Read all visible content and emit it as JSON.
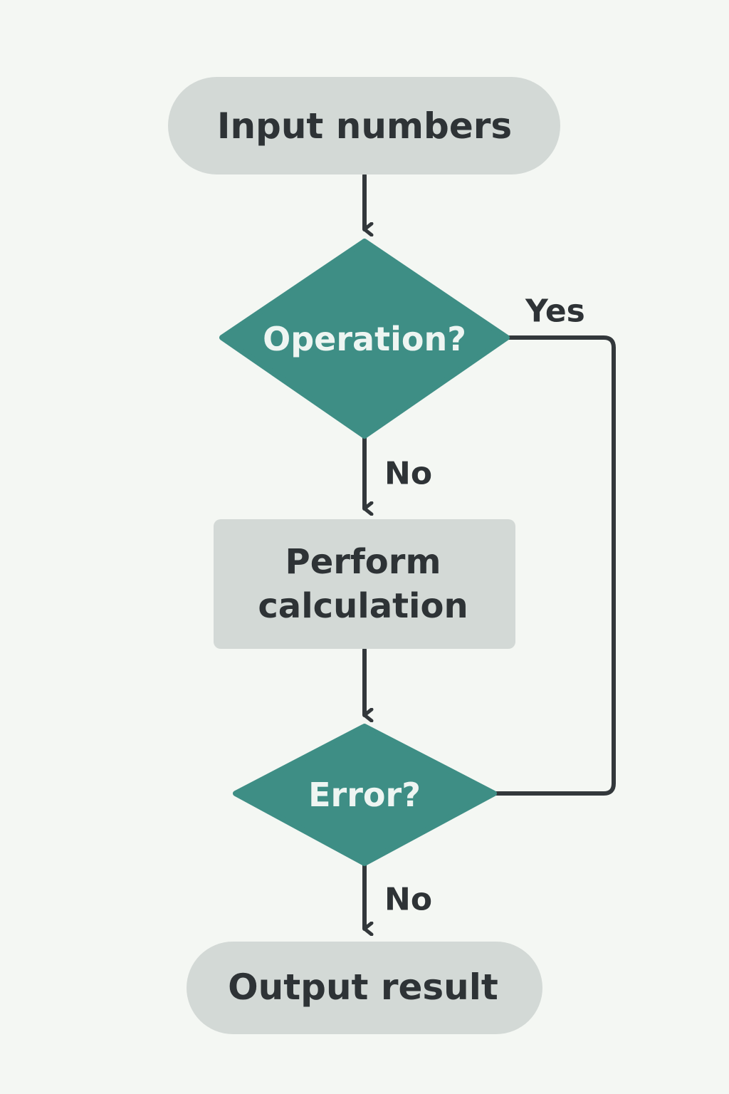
{
  "colors": {
    "background": "#f4f7f3",
    "terminal_fill": "#d3d9d6",
    "process_fill": "#d3d9d6",
    "decision_fill": "#3e8e85",
    "dark_text": "#2e3336",
    "light_text": "#eef5f2",
    "connector": "#33383b"
  },
  "nodes": {
    "start": {
      "label": "Input numbers"
    },
    "decision_operation": {
      "label": "Operation?"
    },
    "process": {
      "line1": "Perform",
      "line2": "calculation"
    },
    "decision_error": {
      "label": "Error?"
    },
    "end": {
      "label": "Output result"
    }
  },
  "edges": {
    "operation_no": "No",
    "operation_yes": "Yes",
    "error_no": "No"
  }
}
